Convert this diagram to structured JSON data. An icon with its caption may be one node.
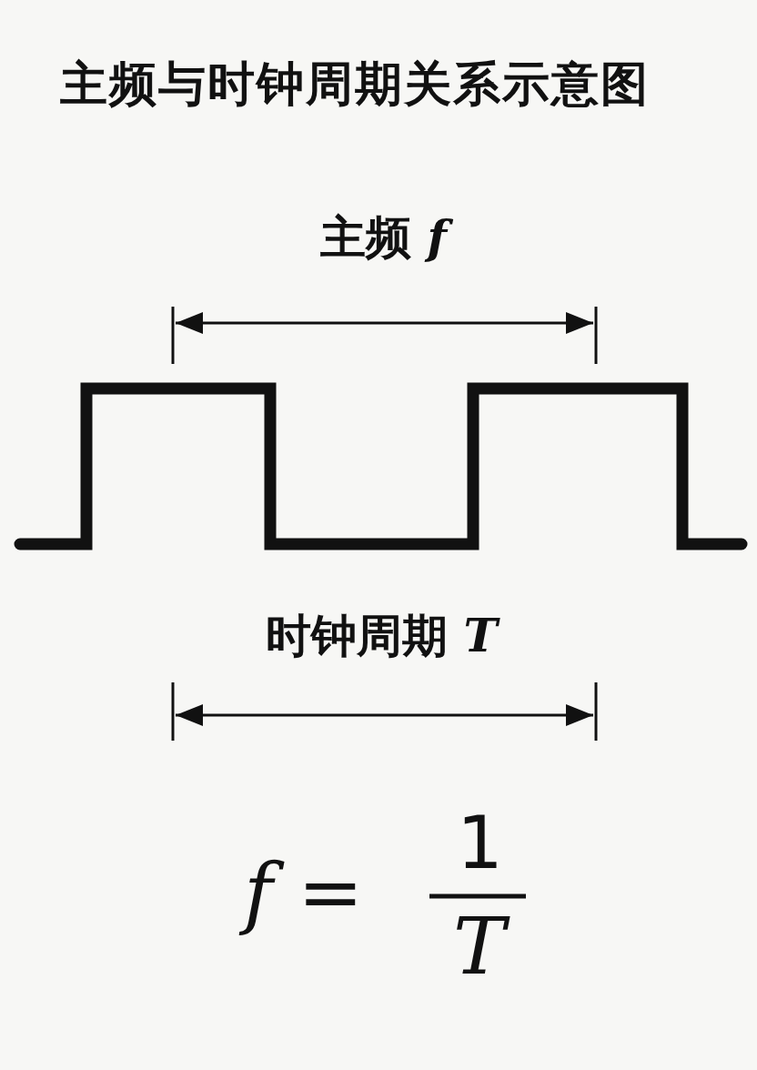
{
  "diagram": {
    "title": "主频与时钟周期关系示意图",
    "labels": [
      "主频 *f*",
      "时钟周期 *T*",
      "*f* =",
      "1",
      "*T*"
    ]
  }
}
